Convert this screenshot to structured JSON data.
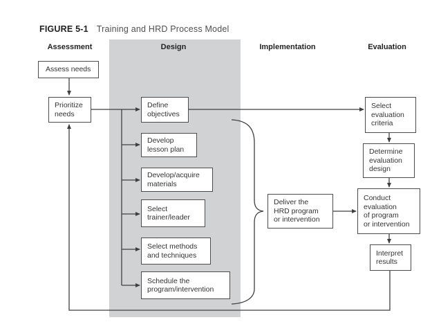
{
  "figure": {
    "label": "FIGURE 5-1",
    "title": "Training and HRD Process Model"
  },
  "columns": [
    {
      "label": "Assessment"
    },
    {
      "label": "Design"
    },
    {
      "label": "Implementation"
    },
    {
      "label": "Evaluation"
    }
  ],
  "boxes": {
    "assess_needs": {
      "label": "Assess needs",
      "phase": "Assessment"
    },
    "prioritize_needs": {
      "label": "Prioritize\nneeds",
      "phase": "Assessment"
    },
    "define_objectives": {
      "label": "Define\nobjectives",
      "phase": "Design"
    },
    "develop_lesson_plan": {
      "label": "Develop\nlesson plan",
      "phase": "Design"
    },
    "develop_acquire_materials": {
      "label": "Develop/acquire\nmaterials",
      "phase": "Design"
    },
    "select_trainer_leader": {
      "label": "Select\ntrainer/leader",
      "phase": "Design"
    },
    "select_methods_techniques": {
      "label": "Select methods\nand techniques",
      "phase": "Design"
    },
    "schedule_program": {
      "label": "Schedule the\nprogram/intervention",
      "phase": "Design"
    },
    "deliver_program": {
      "label": "Deliver the\nHRD program\nor intervention",
      "phase": "Implementation"
    },
    "select_evaluation_criteria": {
      "label": "Select\nevaluation\ncriteria",
      "phase": "Evaluation"
    },
    "determine_evaluation_design": {
      "label": "Determine\nevaluation\ndesign",
      "phase": "Evaluation"
    },
    "conduct_evaluation": {
      "label": "Conduct\nevaluation\nof program\nor intervention",
      "phase": "Evaluation"
    },
    "interpret_results": {
      "label": "Interpret\nresults",
      "phase": "Evaluation"
    }
  },
  "colors": {
    "page_bg": "#ffffff",
    "design_band": "#d1d2d4",
    "box_border": "#4a4a4a",
    "box_fill": "#ffffff",
    "text": "#333333",
    "heading": "#232323",
    "connector": "#3f3f3f",
    "figure_label": "#1f1f1f",
    "figure_title": "#4f4f4f"
  }
}
